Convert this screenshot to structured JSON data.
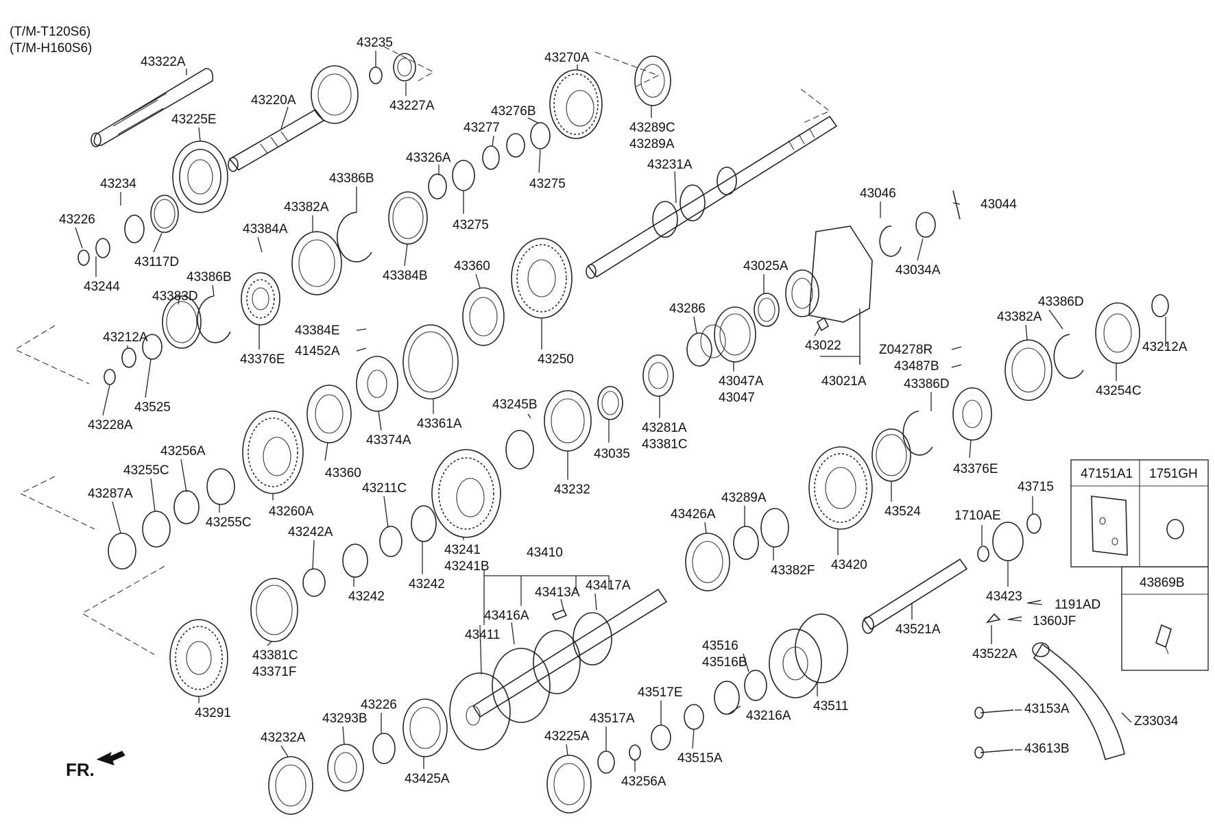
{
  "header": {
    "variant1": "(T/M-T120S6)",
    "variant2": "(T/M-H160S6)"
  },
  "front_indicator": "FR.",
  "inset": {
    "col1": "47151A1",
    "col2": "1751GH",
    "lower": "43869B"
  },
  "part_labels": [
    "43322A",
    "43235",
    "43227A",
    "43220A",
    "43225E",
    "43270A",
    "43289C",
    "43289A",
    "43276B",
    "43277",
    "43275",
    "43326A",
    "43275",
    "43234",
    "43226",
    "43244",
    "43117D",
    "43231A",
    "43386B",
    "43382A",
    "43384A",
    "43384B",
    "43046",
    "43044",
    "43034A",
    "43360",
    "43025A",
    "43286",
    "43386B",
    "43383D",
    "43376E",
    "43384E",
    "41452A",
    "43212A",
    "43525",
    "43228A",
    "43250",
    "43022",
    "43021A",
    "Z04278R",
    "43487B",
    "43047A",
    "43047",
    "43386D",
    "43382A",
    "43212A",
    "43254C",
    "43386D",
    "43376E",
    "43361A",
    "43374A",
    "43245B",
    "43281A",
    "43381C",
    "43035",
    "43232",
    "43256A",
    "43255C",
    "43287A",
    "43255C",
    "43260A",
    "43360",
    "43211C",
    "43242A",
    "43242",
    "43242",
    "43241",
    "43241B",
    "43289A",
    "43382F",
    "43426A",
    "43420",
    "43524",
    "43715",
    "1710AE",
    "43423",
    "43410",
    "43413A",
    "43417A",
    "43416A",
    "43411",
    "1191AD",
    "1360JF",
    "43522A",
    "43521A",
    "43381C",
    "43371F",
    "43291",
    "43516",
    "43516B",
    "43216A",
    "43511",
    "43517E",
    "43517A",
    "43515A",
    "43256A",
    "43226",
    "43293B",
    "43232A",
    "43425A",
    "43225A",
    "43153A",
    "43613B",
    "Z33034"
  ]
}
